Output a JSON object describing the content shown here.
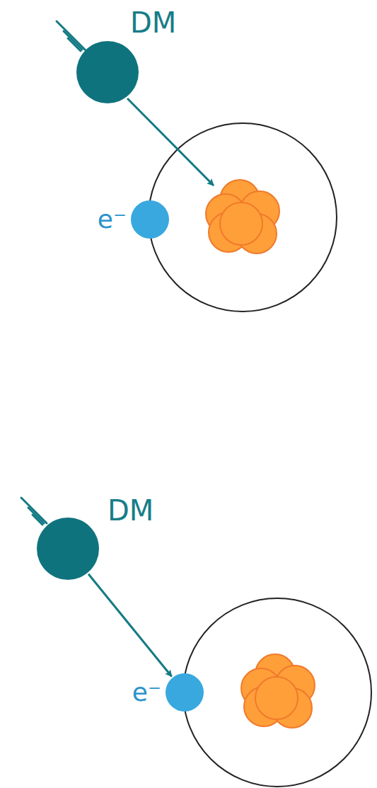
{
  "diagram": {
    "nodes": [
      {
        "text": [
          "DM"
        ]
      },
      {
        "text": [
          "e⁻"
        ]
      },
      {
        "text": [
          "DM"
        ]
      },
      {
        "text": [
          "e⁻"
        ]
      }
    ],
    "edges": [
      {
        "from": 2,
        "to": 3,
        "arrow": "to"
      }
    ]
  }
}
